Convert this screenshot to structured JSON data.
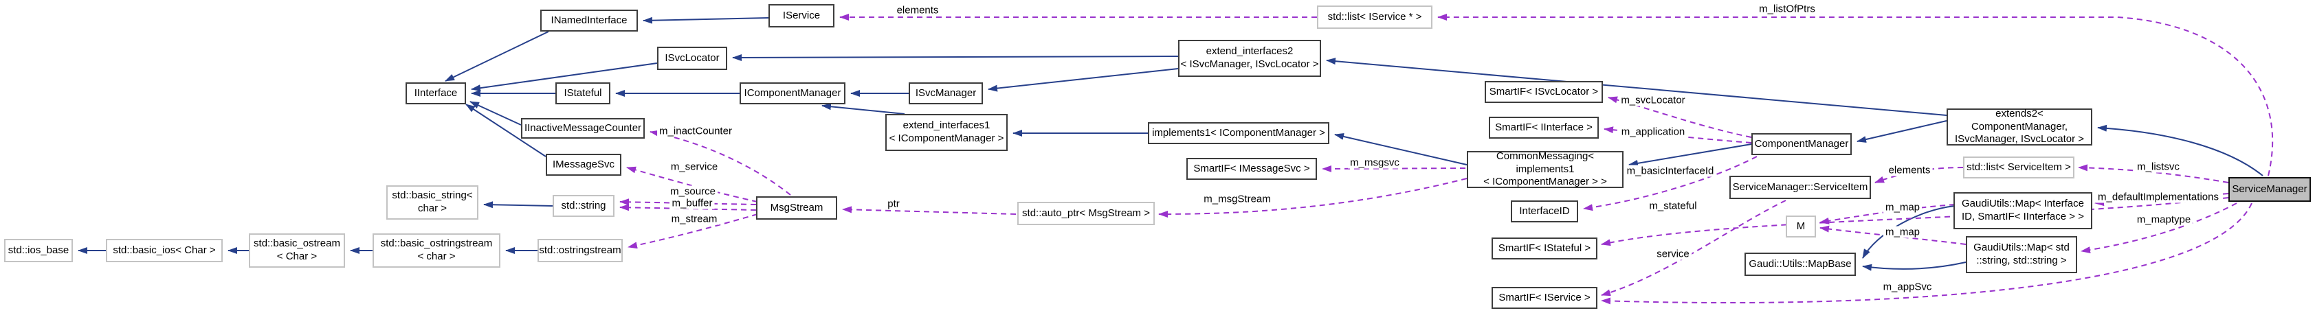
{
  "diagram": {
    "type": "collaboration-graph",
    "focus_class": "ServiceManager"
  },
  "colors": {
    "inheritance_edge": "#27408b",
    "usage_edge": "#9932cc",
    "node_border": "#3d3d3d",
    "external_node_border": "#c3c3c3",
    "focus_node_fill": "#bfbfbf",
    "background": "#ffffff"
  },
  "nodes": {
    "inamedinterface": "INamedInterface",
    "iservice": "IService",
    "list_iservice": "std::list< IService * >",
    "isvclocator": "ISvcLocator",
    "extend_interfaces2": "extend_interfaces2\n< ISvcManager, ISvcLocator >",
    "iinterface": "IInterface",
    "istateful": "IStateful",
    "icomponentmanager": "IComponentManager",
    "isvcmanager": "ISvcManager",
    "smartif_isvclocator": "SmartIF< ISvcLocator >",
    "extends2": "extends2< ComponentManager,\nISvcManager, ISvcLocator >",
    "smartif_iinterface": "SmartIF< IInterface >",
    "iinactivemessagecounter": "IInactiveMessageCounter",
    "extend_interfaces1": "extend_interfaces1\n< IComponentManager >",
    "implements1": "implements1< IComponentManager >",
    "componentmanager": "ComponentManager",
    "imessagesvc": "IMessageSvc",
    "smartif_imessagesvc": "SmartIF< IMessageSvc >",
    "commonmessaging": "CommonMessaging< implements1\n< IComponentManager > >",
    "list_serviceitem": "std::list< ServiceItem >",
    "serviceitem": "ServiceManager::ServiceItem",
    "servicemanager": "ServiceManager",
    "map_interfaceid": "GaudiUtils::Map< Interface\nID, SmartIF< IInterface > >",
    "basic_string": "std::basic_string<\nchar >",
    "std_string": "std::string",
    "interfaceid": "InterfaceID",
    "msgstream": "MsgStream",
    "auto_ptr_msgstream": "std::auto_ptr< MsgStream >",
    "m": "M",
    "smartif_istateful": "SmartIF< IStateful >",
    "map_string": "GaudiUtils::Map< std\n::string, std::string >",
    "mapbase": "Gaudi::Utils::MapBase",
    "ios_base": "std::ios_base",
    "basic_ios": "std::basic_ios< Char >",
    "basic_ostream": "std::basic_ostream\n< Char >",
    "basic_ostringstream": "std::basic_ostringstream\n< char >",
    "ostringstream": "std::ostringstream",
    "smartif_iservice": "SmartIF< IService >"
  },
  "edge_labels": {
    "elements_top": "elements",
    "listofptrs": "m_listOfPtrs",
    "inactcounter": "m_inactCounter",
    "service_member": "m_service",
    "source": "m_source",
    "buffer": "m_buffer",
    "stream": "m_stream",
    "ptr": "ptr",
    "msgstream_member": "m_msgStream",
    "msgsvc": "m_msgsvc",
    "svclocator": "m_svcLocator",
    "application": "m_application",
    "basicinterfaceid": "m_basicInterfaceId",
    "stateful": "m_stateful",
    "service_item": "service",
    "elements_right": "elements",
    "map_upper": "m_map",
    "map_lower": "m_map",
    "appsvc": "m_appSvc",
    "listsvc": "m_listsvc",
    "defaultimplementations": "m_defaultImplementations",
    "maptype": "m_maptype"
  }
}
